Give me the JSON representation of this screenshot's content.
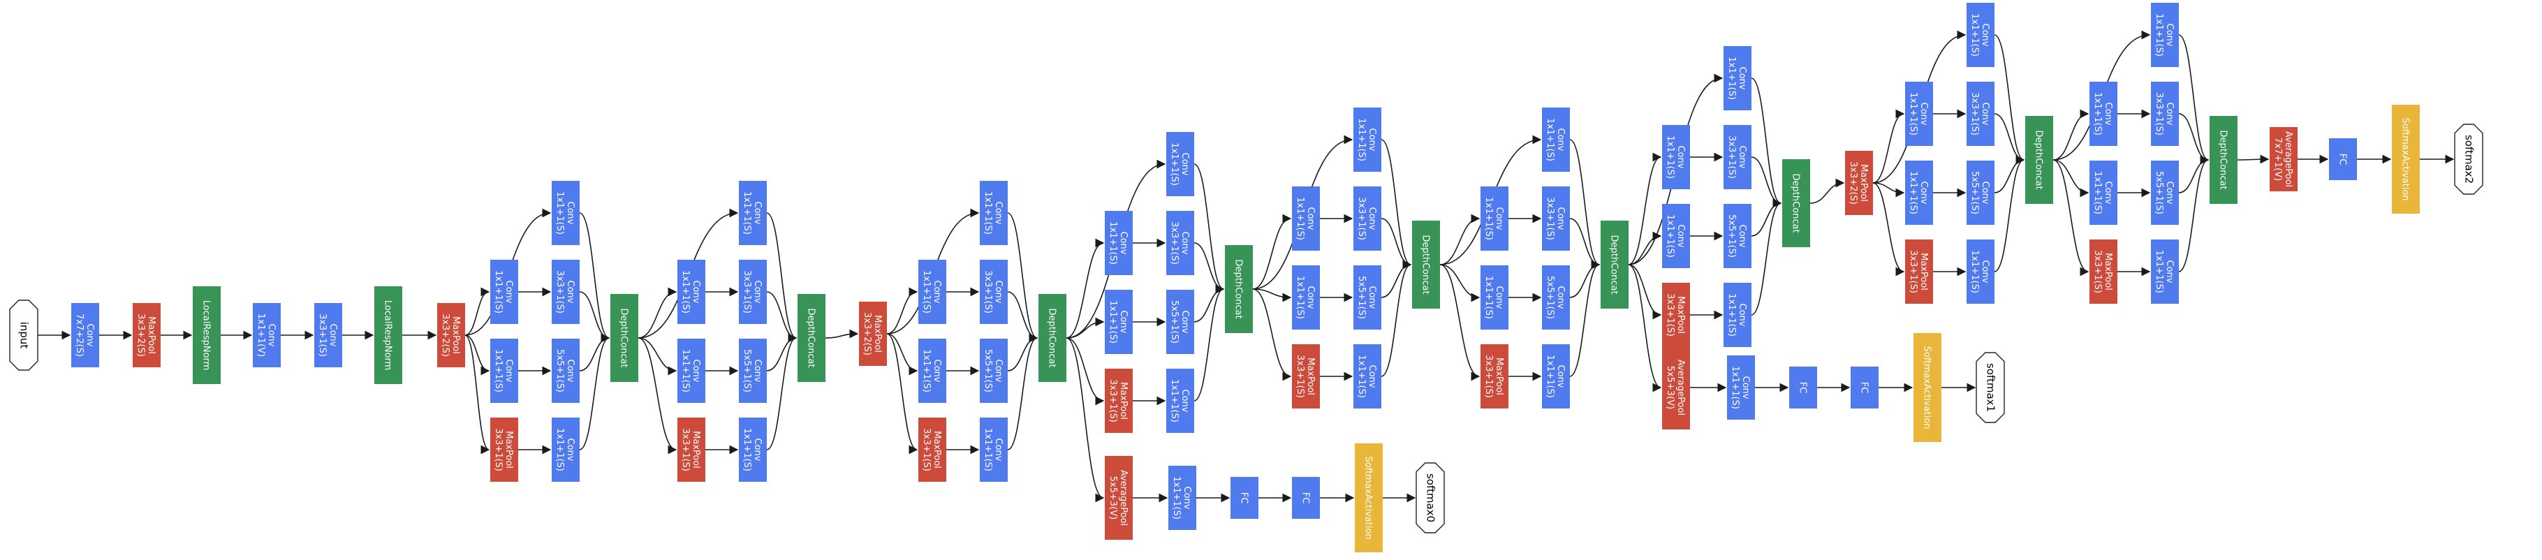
{
  "colors": {
    "conv": "#4f7bef",
    "pool": "#cc4b3a",
    "norm": "#379456",
    "softmax": "#e9b63a",
    "text": "#ffffff",
    "edge": "#1a1a1a"
  },
  "nodes": [
    {
      "id": "input",
      "type": "io",
      "lines": [
        "input"
      ]
    },
    {
      "id": "c1",
      "type": "conv",
      "lines": [
        "Conv",
        "7x7+2(S)"
      ]
    },
    {
      "id": "p1",
      "type": "pool",
      "lines": [
        "MaxPool",
        "3x3+2(S)"
      ]
    },
    {
      "id": "n1",
      "type": "norm",
      "lines": [
        "LocalRespNorm"
      ]
    },
    {
      "id": "c2",
      "type": "conv",
      "lines": [
        "Conv",
        "1x1+1(V)"
      ]
    },
    {
      "id": "c3",
      "type": "conv",
      "lines": [
        "Conv",
        "3x3+1(S)"
      ]
    },
    {
      "id": "n2",
      "type": "norm",
      "lines": [
        "LocalRespNorm"
      ]
    },
    {
      "id": "p2",
      "type": "pool",
      "lines": [
        "MaxPool",
        "3x3+2(S)"
      ]
    },
    {
      "id": "i3a_1",
      "type": "conv",
      "lines": [
        "Conv",
        "1x1+1(S)"
      ]
    },
    {
      "id": "i3a_r3",
      "type": "conv",
      "lines": [
        "Conv",
        "1x1+1(S)"
      ]
    },
    {
      "id": "i3a_3",
      "type": "conv",
      "lines": [
        "Conv",
        "3x3+1(S)"
      ]
    },
    {
      "id": "i3a_r5",
      "type": "conv",
      "lines": [
        "Conv",
        "1x1+1(S)"
      ]
    },
    {
      "id": "i3a_5",
      "type": "conv",
      "lines": [
        "Conv",
        "5x5+1(S)"
      ]
    },
    {
      "id": "i3a_p",
      "type": "pool",
      "lines": [
        "MaxPool",
        "3x3+1(S)"
      ]
    },
    {
      "id": "i3a_pp",
      "type": "conv",
      "lines": [
        "Conv",
        "1x1+1(S)"
      ]
    },
    {
      "id": "i3a_dc",
      "type": "norm",
      "lines": [
        "DepthConcat"
      ]
    },
    {
      "id": "i3b_1",
      "type": "conv",
      "lines": [
        "Conv",
        "1x1+1(S)"
      ]
    },
    {
      "id": "i3b_r3",
      "type": "conv",
      "lines": [
        "Conv",
        "1x1+1(S)"
      ]
    },
    {
      "id": "i3b_3",
      "type": "conv",
      "lines": [
        "Conv",
        "3x3+1(S)"
      ]
    },
    {
      "id": "i3b_r5",
      "type": "conv",
      "lines": [
        "Conv",
        "1x1+1(S)"
      ]
    },
    {
      "id": "i3b_5",
      "type": "conv",
      "lines": [
        "Conv",
        "5x5+1(S)"
      ]
    },
    {
      "id": "i3b_p",
      "type": "pool",
      "lines": [
        "MaxPool",
        "3x3+1(S)"
      ]
    },
    {
      "id": "i3b_pp",
      "type": "conv",
      "lines": [
        "Conv",
        "1x1+1(S)"
      ]
    },
    {
      "id": "i3b_dc",
      "type": "norm",
      "lines": [
        "DepthConcat"
      ]
    },
    {
      "id": "p3",
      "type": "pool",
      "lines": [
        "MaxPool",
        "3x3+2(S)"
      ]
    },
    {
      "id": "i4a_1",
      "type": "conv",
      "lines": [
        "Conv",
        "1x1+1(S)"
      ]
    },
    {
      "id": "i4a_r3",
      "type": "conv",
      "lines": [
        "Conv",
        "1x1+1(S)"
      ]
    },
    {
      "id": "i4a_3",
      "type": "conv",
      "lines": [
        "Conv",
        "3x3+1(S)"
      ]
    },
    {
      "id": "i4a_r5",
      "type": "conv",
      "lines": [
        "Conv",
        "1x1+1(S)"
      ]
    },
    {
      "id": "i4a_5",
      "type": "conv",
      "lines": [
        "Conv",
        "5x5+1(S)"
      ]
    },
    {
      "id": "i4a_p",
      "type": "pool",
      "lines": [
        "MaxPool",
        "3x3+1(S)"
      ]
    },
    {
      "id": "i4a_pp",
      "type": "conv",
      "lines": [
        "Conv",
        "1x1+1(S)"
      ]
    },
    {
      "id": "i4a_dc",
      "type": "norm",
      "lines": [
        "DepthConcat"
      ]
    },
    {
      "id": "a0_pool",
      "type": "pool",
      "lines": [
        "AveragePool",
        "5x5+3(V)"
      ]
    },
    {
      "id": "a0_conv",
      "type": "conv",
      "lines": [
        "Conv",
        "1x1+1(S)"
      ]
    },
    {
      "id": "a0_fc1",
      "type": "conv",
      "lines": [
        "FC"
      ]
    },
    {
      "id": "a0_fc2",
      "type": "conv",
      "lines": [
        "FC"
      ]
    },
    {
      "id": "a0_sm",
      "type": "softmax",
      "lines": [
        "SoftmaxActivation"
      ]
    },
    {
      "id": "a0_out",
      "type": "io",
      "lines": [
        "softmax0"
      ]
    },
    {
      "id": "i4b_1",
      "type": "conv",
      "lines": [
        "Conv",
        "1x1+1(S)"
      ]
    },
    {
      "id": "i4b_r3",
      "type": "conv",
      "lines": [
        "Conv",
        "1x1+1(S)"
      ]
    },
    {
      "id": "i4b_3",
      "type": "conv",
      "lines": [
        "Conv",
        "3x3+1(S)"
      ]
    },
    {
      "id": "i4b_r5",
      "type": "conv",
      "lines": [
        "Conv",
        "1x1+1(S)"
      ]
    },
    {
      "id": "i4b_5",
      "type": "conv",
      "lines": [
        "Conv",
        "5x5+1(S)"
      ]
    },
    {
      "id": "i4b_p",
      "type": "pool",
      "lines": [
        "MaxPool",
        "3x3+1(S)"
      ]
    },
    {
      "id": "i4b_pp",
      "type": "conv",
      "lines": [
        "Conv",
        "1x1+1(S)"
      ]
    },
    {
      "id": "i4b_dc",
      "type": "norm",
      "lines": [
        "DepthConcat"
      ]
    },
    {
      "id": "i4c_1",
      "type": "conv",
      "lines": [
        "Conv",
        "1x1+1(S)"
      ]
    },
    {
      "id": "i4c_r3",
      "type": "conv",
      "lines": [
        "Conv",
        "1x1+1(S)"
      ]
    },
    {
      "id": "i4c_3",
      "type": "conv",
      "lines": [
        "Conv",
        "3x3+1(S)"
      ]
    },
    {
      "id": "i4c_r5",
      "type": "conv",
      "lines": [
        "Conv",
        "1x1+1(S)"
      ]
    },
    {
      "id": "i4c_5",
      "type": "conv",
      "lines": [
        "Conv",
        "5x5+1(S)"
      ]
    },
    {
      "id": "i4c_p",
      "type": "pool",
      "lines": [
        "MaxPool",
        "3x3+1(S)"
      ]
    },
    {
      "id": "i4c_pp",
      "type": "conv",
      "lines": [
        "Conv",
        "1x1+1(S)"
      ]
    },
    {
      "id": "i4c_dc",
      "type": "norm",
      "lines": [
        "DepthConcat"
      ]
    },
    {
      "id": "i4d_1",
      "type": "conv",
      "lines": [
        "Conv",
        "1x1+1(S)"
      ]
    },
    {
      "id": "i4d_r3",
      "type": "conv",
      "lines": [
        "Conv",
        "1x1+1(S)"
      ]
    },
    {
      "id": "i4d_3",
      "type": "conv",
      "lines": [
        "Conv",
        "3x3+1(S)"
      ]
    },
    {
      "id": "i4d_r5",
      "type": "conv",
      "lines": [
        "Conv",
        "1x1+1(S)"
      ]
    },
    {
      "id": "i4d_5",
      "type": "conv",
      "lines": [
        "Conv",
        "5x5+1(S)"
      ]
    },
    {
      "id": "i4d_p",
      "type": "pool",
      "lines": [
        "MaxPool",
        "3x3+1(S)"
      ]
    },
    {
      "id": "i4d_pp",
      "type": "conv",
      "lines": [
        "Conv",
        "1x1+1(S)"
      ]
    },
    {
      "id": "i4d_dc",
      "type": "norm",
      "lines": [
        "DepthConcat"
      ]
    },
    {
      "id": "i4e_1",
      "type": "conv",
      "lines": [
        "Conv",
        "1x1+1(S)"
      ]
    },
    {
      "id": "i4e_r3",
      "type": "conv",
      "lines": [
        "Conv",
        "1x1+1(S)"
      ]
    },
    {
      "id": "i4e_3",
      "type": "conv",
      "lines": [
        "Conv",
        "3x3+1(S)"
      ]
    },
    {
      "id": "i4e_r5",
      "type": "conv",
      "lines": [
        "Conv",
        "1x1+1(S)"
      ]
    },
    {
      "id": "i4e_5",
      "type": "conv",
      "lines": [
        "Conv",
        "5x5+1(S)"
      ]
    },
    {
      "id": "i4e_p",
      "type": "pool",
      "lines": [
        "MaxPool",
        "3x3+1(S)"
      ]
    },
    {
      "id": "i4e_pp",
      "type": "conv",
      "lines": [
        "Conv",
        "1x1+1(S)"
      ]
    },
    {
      "id": "i4e_dc",
      "type": "norm",
      "lines": [
        "DepthConcat"
      ]
    },
    {
      "id": "a1_pool",
      "type": "pool",
      "lines": [
        "AveragePool",
        "5x5+3(V)"
      ]
    },
    {
      "id": "a1_conv",
      "type": "conv",
      "lines": [
        "Conv",
        "1x1+1(S)"
      ]
    },
    {
      "id": "a1_fc1",
      "type": "conv",
      "lines": [
        "FC"
      ]
    },
    {
      "id": "a1_fc2",
      "type": "conv",
      "lines": [
        "FC"
      ]
    },
    {
      "id": "a1_sm",
      "type": "softmax",
      "lines": [
        "SoftmaxActivation"
      ]
    },
    {
      "id": "a1_out",
      "type": "io",
      "lines": [
        "softmax1"
      ]
    },
    {
      "id": "p4",
      "type": "pool",
      "lines": [
        "MaxPool",
        "3x3+2(S)"
      ]
    },
    {
      "id": "i5a_1",
      "type": "conv",
      "lines": [
        "Conv",
        "1x1+1(S)"
      ]
    },
    {
      "id": "i5a_r3",
      "type": "conv",
      "lines": [
        "Conv",
        "1x1+1(S)"
      ]
    },
    {
      "id": "i5a_3",
      "type": "conv",
      "lines": [
        "Conv",
        "3x3+1(S)"
      ]
    },
    {
      "id": "i5a_r5",
      "type": "conv",
      "lines": [
        "Conv",
        "1x1+1(S)"
      ]
    },
    {
      "id": "i5a_5",
      "type": "conv",
      "lines": [
        "Conv",
        "5x5+1(S)"
      ]
    },
    {
      "id": "i5a_p",
      "type": "pool",
      "lines": [
        "MaxPool",
        "3x3+1(S)"
      ]
    },
    {
      "id": "i5a_pp",
      "type": "conv",
      "lines": [
        "Conv",
        "1x1+1(S)"
      ]
    },
    {
      "id": "i5a_dc",
      "type": "norm",
      "lines": [
        "DepthConcat"
      ]
    },
    {
      "id": "i5b_1",
      "type": "conv",
      "lines": [
        "Conv",
        "1x1+1(S)"
      ]
    },
    {
      "id": "i5b_r3",
      "type": "conv",
      "lines": [
        "Conv",
        "1x1+1(S)"
      ]
    },
    {
      "id": "i5b_3",
      "type": "conv",
      "lines": [
        "Conv",
        "3x3+1(S)"
      ]
    },
    {
      "id": "i5b_r5",
      "type": "conv",
      "lines": [
        "Conv",
        "1x1+1(S)"
      ]
    },
    {
      "id": "i5b_5",
      "type": "conv",
      "lines": [
        "Conv",
        "5x5+1(S)"
      ]
    },
    {
      "id": "i5b_p",
      "type": "pool",
      "lines": [
        "MaxPool",
        "3x3+1(S)"
      ]
    },
    {
      "id": "i5b_pp",
      "type": "conv",
      "lines": [
        "Conv",
        "1x1+1(S)"
      ]
    },
    {
      "id": "i5b_dc",
      "type": "norm",
      "lines": [
        "DepthConcat"
      ]
    },
    {
      "id": "pf",
      "type": "pool",
      "lines": [
        "AveragePool",
        "7x7+1(V)"
      ]
    },
    {
      "id": "fcf",
      "type": "conv",
      "lines": [
        "FC"
      ]
    },
    {
      "id": "smf",
      "type": "softmax",
      "lines": [
        "SoftmaxActivation"
      ]
    },
    {
      "id": "outf",
      "type": "io",
      "lines": [
        "softmax2"
      ]
    }
  ],
  "edges": [
    [
      "input",
      "c1"
    ],
    [
      "c1",
      "p1"
    ],
    [
      "p1",
      "n1"
    ],
    [
      "n1",
      "c2"
    ],
    [
      "c2",
      "c3"
    ],
    [
      "c3",
      "n2"
    ],
    [
      "n2",
      "p2"
    ],
    [
      "p2",
      "i3a_1"
    ],
    [
      "p2",
      "i3a_r3"
    ],
    [
      "p2",
      "i3a_r5"
    ],
    [
      "p2",
      "i3a_p"
    ],
    [
      "i3a_r3",
      "i3a_3"
    ],
    [
      "i3a_r5",
      "i3a_5"
    ],
    [
      "i3a_p",
      "i3a_pp"
    ],
    [
      "i3a_1",
      "i3a_dc"
    ],
    [
      "i3a_3",
      "i3a_dc"
    ],
    [
      "i3a_5",
      "i3a_dc"
    ],
    [
      "i3a_pp",
      "i3a_dc"
    ],
    [
      "i3a_dc",
      "i3b_1"
    ],
    [
      "i3a_dc",
      "i3b_r3"
    ],
    [
      "i3a_dc",
      "i3b_r5"
    ],
    [
      "i3a_dc",
      "i3b_p"
    ],
    [
      "i3b_r3",
      "i3b_3"
    ],
    [
      "i3b_r5",
      "i3b_5"
    ],
    [
      "i3b_p",
      "i3b_pp"
    ],
    [
      "i3b_1",
      "i3b_dc"
    ],
    [
      "i3b_3",
      "i3b_dc"
    ],
    [
      "i3b_5",
      "i3b_dc"
    ],
    [
      "i3b_pp",
      "i3b_dc"
    ],
    [
      "i3b_dc",
      "p3"
    ],
    [
      "p3",
      "i4a_1"
    ],
    [
      "p3",
      "i4a_r3"
    ],
    [
      "p3",
      "i4a_r5"
    ],
    [
      "p3",
      "i4a_p"
    ],
    [
      "i4a_r3",
      "i4a_3"
    ],
    [
      "i4a_r5",
      "i4a_5"
    ],
    [
      "i4a_p",
      "i4a_pp"
    ],
    [
      "i4a_1",
      "i4a_dc"
    ],
    [
      "i4a_3",
      "i4a_dc"
    ],
    [
      "i4a_5",
      "i4a_dc"
    ],
    [
      "i4a_pp",
      "i4a_dc"
    ],
    [
      "i4a_dc",
      "a0_pool"
    ],
    [
      "a0_pool",
      "a0_conv"
    ],
    [
      "a0_conv",
      "a0_fc1"
    ],
    [
      "a0_fc1",
      "a0_fc2"
    ],
    [
      "a0_fc2",
      "a0_sm"
    ],
    [
      "a0_sm",
      "a0_out"
    ],
    [
      "i4a_dc",
      "i4b_1"
    ],
    [
      "i4a_dc",
      "i4b_r3"
    ],
    [
      "i4a_dc",
      "i4b_r5"
    ],
    [
      "i4a_dc",
      "i4b_p"
    ],
    [
      "i4b_r3",
      "i4b_3"
    ],
    [
      "i4b_r5",
      "i4b_5"
    ],
    [
      "i4b_p",
      "i4b_pp"
    ],
    [
      "i4b_1",
      "i4b_dc"
    ],
    [
      "i4b_3",
      "i4b_dc"
    ],
    [
      "i4b_5",
      "i4b_dc"
    ],
    [
      "i4b_pp",
      "i4b_dc"
    ],
    [
      "i4b_dc",
      "i4c_1"
    ],
    [
      "i4b_dc",
      "i4c_r3"
    ],
    [
      "i4b_dc",
      "i4c_r5"
    ],
    [
      "i4b_dc",
      "i4c_p"
    ],
    [
      "i4c_r3",
      "i4c_3"
    ],
    [
      "i4c_r5",
      "i4c_5"
    ],
    [
      "i4c_p",
      "i4c_pp"
    ],
    [
      "i4c_1",
      "i4c_dc"
    ],
    [
      "i4c_3",
      "i4c_dc"
    ],
    [
      "i4c_5",
      "i4c_dc"
    ],
    [
      "i4c_pp",
      "i4c_dc"
    ],
    [
      "i4c_dc",
      "i4d_1"
    ],
    [
      "i4c_dc",
      "i4d_r3"
    ],
    [
      "i4c_dc",
      "i4d_r5"
    ],
    [
      "i4c_dc",
      "i4d_p"
    ],
    [
      "i4d_r3",
      "i4d_3"
    ],
    [
      "i4d_r5",
      "i4d_5"
    ],
    [
      "i4d_p",
      "i4d_pp"
    ],
    [
      "i4d_1",
      "i4d_dc"
    ],
    [
      "i4d_3",
      "i4d_dc"
    ],
    [
      "i4d_5",
      "i4d_dc"
    ],
    [
      "i4d_pp",
      "i4d_dc"
    ],
    [
      "i4d_dc",
      "a1_pool"
    ],
    [
      "a1_pool",
      "a1_conv"
    ],
    [
      "a1_conv",
      "a1_fc1"
    ],
    [
      "a1_fc1",
      "a1_fc2"
    ],
    [
      "a1_fc2",
      "a1_sm"
    ],
    [
      "a1_sm",
      "a1_out"
    ],
    [
      "i4d_dc",
      "i4e_1"
    ],
    [
      "i4d_dc",
      "i4e_r3"
    ],
    [
      "i4d_dc",
      "i4e_r5"
    ],
    [
      "i4d_dc",
      "i4e_p"
    ],
    [
      "i4e_r3",
      "i4e_3"
    ],
    [
      "i4e_r5",
      "i4e_5"
    ],
    [
      "i4e_p",
      "i4e_pp"
    ],
    [
      "i4e_1",
      "i4e_dc"
    ],
    [
      "i4e_3",
      "i4e_dc"
    ],
    [
      "i4e_5",
      "i4e_dc"
    ],
    [
      "i4e_pp",
      "i4e_dc"
    ],
    [
      "i4e_dc",
      "p4"
    ],
    [
      "p4",
      "i5a_1"
    ],
    [
      "p4",
      "i5a_r3"
    ],
    [
      "p4",
      "i5a_r5"
    ],
    [
      "p4",
      "i5a_p"
    ],
    [
      "i5a_r3",
      "i5a_3"
    ],
    [
      "i5a_r5",
      "i5a_5"
    ],
    [
      "i5a_p",
      "i5a_pp"
    ],
    [
      "i5a_1",
      "i5a_dc"
    ],
    [
      "i5a_3",
      "i5a_dc"
    ],
    [
      "i5a_5",
      "i5a_dc"
    ],
    [
      "i5a_pp",
      "i5a_dc"
    ],
    [
      "i5a_dc",
      "i5b_1"
    ],
    [
      "i5a_dc",
      "i5b_r3"
    ],
    [
      "i5a_dc",
      "i5b_r5"
    ],
    [
      "i5a_dc",
      "i5b_p"
    ],
    [
      "i5b_r3",
      "i5b_3"
    ],
    [
      "i5b_r5",
      "i5b_5"
    ],
    [
      "i5b_p",
      "i5b_pp"
    ],
    [
      "i5b_1",
      "i5b_dc"
    ],
    [
      "i5b_3",
      "i5b_dc"
    ],
    [
      "i5b_5",
      "i5b_dc"
    ],
    [
      "i5b_pp",
      "i5b_dc"
    ],
    [
      "i5b_dc",
      "pf"
    ],
    [
      "pf",
      "fcf"
    ],
    [
      "fcf",
      "smf"
    ],
    [
      "smf",
      "outf"
    ]
  ]
}
